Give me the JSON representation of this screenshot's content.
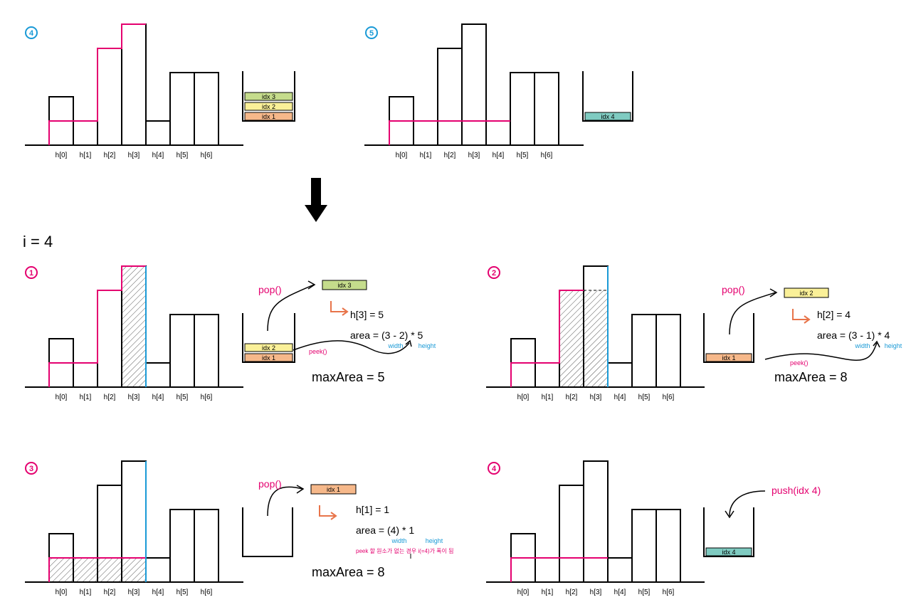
{
  "colors": {
    "pink": "#e4006f",
    "blue": "#1a9ad6",
    "orange_box": "#f6b88a",
    "yellow_box": "#faf098",
    "green_box": "#c5dc8c",
    "teal_box": "#7fcbc1",
    "arrow_orange": "#e8744a"
  },
  "step_heading": "i = 4",
  "bar_labels": [
    "h[0]",
    "h[1]",
    "h[2]",
    "h[3]",
    "h[4]",
    "h[5]",
    "h[6]"
  ],
  "bar_heights": [
    2,
    1,
    4,
    5,
    1,
    3,
    3
  ],
  "down_arrow_icon": "down-arrow-icon",
  "panels": [
    {
      "badge": "4",
      "badge_color": "blue",
      "stack": [
        "idx 3",
        "idx 2",
        "idx 1"
      ],
      "stack_colors": [
        "green_box",
        "yellow_box",
        "orange_box"
      ]
    },
    {
      "badge": "5",
      "badge_color": "blue",
      "stack": [
        "idx 4"
      ],
      "stack_colors": [
        "teal_box"
      ]
    },
    {
      "badge": "1",
      "badge_color": "pink",
      "stack": [
        "idx 2",
        "idx 1"
      ],
      "stack_colors": [
        "yellow_box",
        "orange_box"
      ],
      "op": "pop()",
      "popped": "idx 3",
      "popped_color": "green_box",
      "height_line": "h[3] = 5",
      "area_line": "area = (3 - 2) * 5",
      "width_label": "width",
      "height_label": "height",
      "peek_label": "peek()",
      "max_area": "maxArea = 5"
    },
    {
      "badge": "2",
      "badge_color": "pink",
      "stack": [
        "idx 1"
      ],
      "stack_colors": [
        "orange_box"
      ],
      "op": "pop()",
      "popped": "idx 2",
      "popped_color": "yellow_box",
      "height_line": "h[2] = 4",
      "area_line": "area = (3 - 1) * 4",
      "width_label": "width",
      "height_label": "height",
      "peek_label": "peek()",
      "max_area": "maxArea = 8"
    },
    {
      "badge": "3",
      "badge_color": "pink",
      "stack": [],
      "stack_colors": [],
      "op": "pop()",
      "popped": "idx 1",
      "popped_color": "orange_box",
      "height_line": "h[1] = 1",
      "area_line": "area = (4) * 1",
      "width_label": "width",
      "height_label": "height",
      "note": "peek 할 원소가 없는 경우 i(=4)가 폭이 됨",
      "max_area": "maxArea = 8"
    },
    {
      "badge": "4",
      "badge_color": "pink",
      "stack": [
        "idx 4"
      ],
      "stack_colors": [
        "teal_box"
      ],
      "op": "push(idx 4)"
    }
  ]
}
